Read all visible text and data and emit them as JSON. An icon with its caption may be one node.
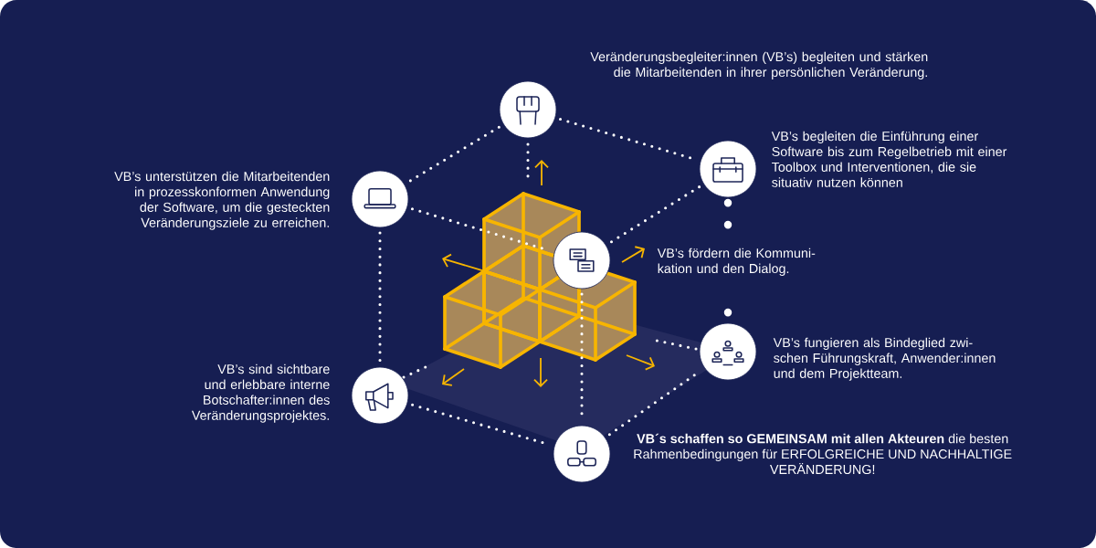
{
  "diagram": {
    "nodes": [
      {
        "text": [],
        "shape": "circle",
        "beside": [
          "Veränderungsbegleiter:innen (VB’s) begleiten und stärken die Mitarbeitenden in ihrer persönlichen Veränderung."
        ]
      },
      {
        "text": [],
        "shape": "circle",
        "beside": [
          "VB’s begleiten die Einführung einer Software bis zum Regelbetrieb mit einer Toolbox und Interventionen, die sie situativ nutzen können"
        ]
      },
      {
        "text": [],
        "shape": "circle",
        "beside": [
          "VB’s unterstützen die Mitarbeitenden in prozesskonformen Anwendung der Software, um die gesteckten Veränderungsziele zu erreichen."
        ]
      },
      {
        "text": [],
        "shape": "circle",
        "beside": [
          "VB’s fördern die Kommuni-kation und den Dialog."
        ]
      },
      {
        "text": [],
        "shape": "circle",
        "beside": [
          "VB’s fungieren als Bindeglied zwi-schen Führungskraft, Anwender:innen und dem Projektteam."
        ]
      },
      {
        "text": [],
        "shape": "circle",
        "beside": [
          "VB’s sind sichtbare und erlebbare interne Botschafter:innen des Veränderungsprojektes."
        ]
      },
      {
        "text": [],
        "shape": "circle",
        "beside": [
          "**VB´s schaffen so GEMEINSAM mit allen Akteuren** die besten Rahmenbedingungen für ERFOLGREICHE UND NACHHALTIGE VERÄNDERUNG!"
        ]
      }
    ],
    "edges": [
      {
        "from": 0,
        "to": 2,
        "arrow": "none"
      },
      {
        "from": 0,
        "to": 1,
        "arrow": "none"
      },
      {
        "from": 2,
        "to": 3,
        "arrow": "none"
      },
      {
        "from": 1,
        "to": 3,
        "arrow": "none"
      },
      {
        "from": 1,
        "to": 4,
        "arrow": "none",
        "style": "dashed"
      },
      {
        "from": 2,
        "to": 5,
        "arrow": "none"
      },
      {
        "from": 5,
        "to": 6,
        "arrow": "none"
      },
      {
        "from": 6,
        "to": 4,
        "arrow": "none"
      },
      {
        "from": 3,
        "to": 6,
        "arrow": "none"
      }
    ]
  }
}
